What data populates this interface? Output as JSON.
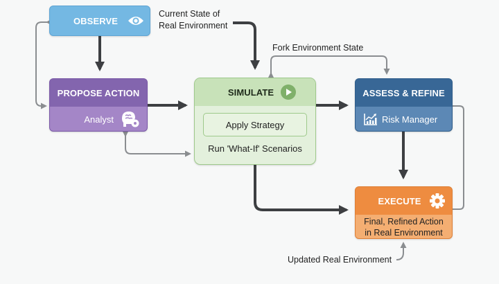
{
  "diagram": {
    "nodes": {
      "observe": {
        "title": "OBSERVE",
        "icon": "eye-icon"
      },
      "propose": {
        "title": "PROPOSE ACTION",
        "role": "Analyst",
        "icon": "brain-gear-icon"
      },
      "simulate": {
        "title": "SIMULATE",
        "icon": "play-icon",
        "step": "Apply Strategy",
        "detail": "Run 'What-If' Scenarios"
      },
      "assess": {
        "title": "ASSESS & REFINE",
        "role": "Risk Manager",
        "icon": "chart-growth-icon"
      },
      "execute": {
        "title": "EXECUTE",
        "icon": "gear-icon",
        "detail_line1": "Final, Refined Action",
        "detail_line2": "in Real Environment"
      }
    },
    "labels": {
      "current_state_line1": "Current State of",
      "current_state_line2": "Real Environment",
      "fork": "Fork Environment State",
      "updated": "Updated Real Environment"
    },
    "edges": [
      {
        "from": "observe",
        "to": "propose",
        "style": "primary"
      },
      {
        "from": "propose",
        "to": "observe",
        "style": "feedback-bidirectional"
      },
      {
        "from": "propose",
        "to": "simulate",
        "style": "primary"
      },
      {
        "from": "simulate",
        "to": "propose",
        "style": "feedback-bidirectional"
      },
      {
        "from": "current_state",
        "to": "simulate",
        "style": "primary"
      },
      {
        "from": "simulate",
        "to": "assess",
        "style": "fork-bidirectional"
      },
      {
        "from": "simulate",
        "to": "assess",
        "style": "primary"
      },
      {
        "from": "assess",
        "to": "execute",
        "style": "primary"
      },
      {
        "from": "simulate",
        "to": "execute",
        "style": "primary"
      },
      {
        "from": "execute",
        "to": "assess",
        "style": "feedback"
      },
      {
        "from": "updated",
        "to": "execute",
        "style": "feedback"
      }
    ],
    "colors": {
      "observe": "#74b8e3",
      "propose": "#8e6cb8",
      "simulate": "#c8e2b9",
      "assess": "#3f6f9e",
      "execute": "#f0954a",
      "primary_arrow": "#3d3f42",
      "secondary_arrow": "#8a8d90"
    }
  }
}
